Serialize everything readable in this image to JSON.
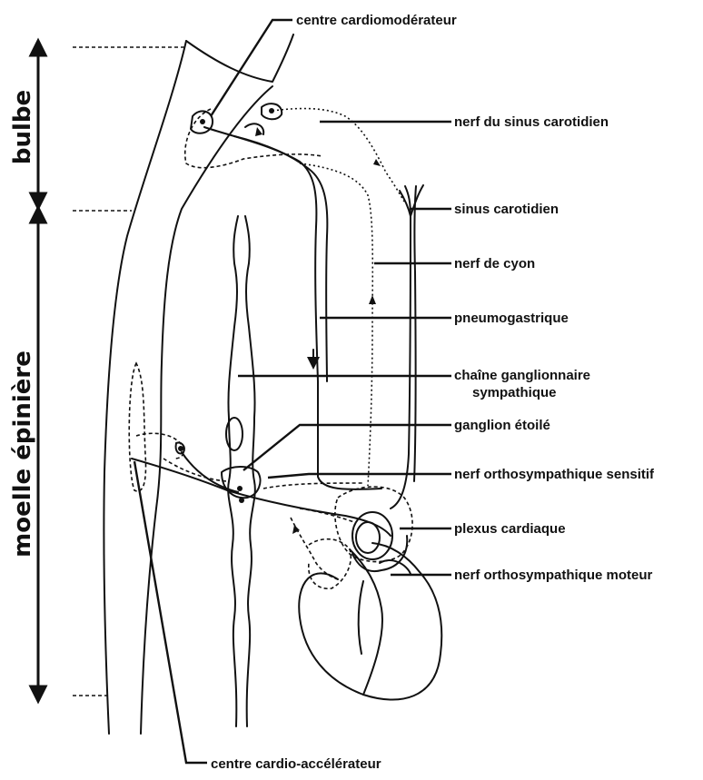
{
  "regions": {
    "bulbe": "bulbe",
    "moelle": "moelle épinière"
  },
  "labels": {
    "centre_cardiomoderateur": "centre cardiomodérateur",
    "nerf_sinus_carotidien": "nerf du sinus carotidien",
    "sinus_carotidien": "sinus carotidien",
    "nerf_de_cyon": "nerf de cyon",
    "pneumogastrique": "pneumogastrique",
    "chaine_ganglionnaire_1": "chaîne ganglionnaire",
    "chaine_ganglionnaire_2": "sympathique",
    "ganglion_etoile": "ganglion étoilé",
    "nerf_ortho_sensitif": "nerf orthosympathique sensitif",
    "plexus_cardiaque": "plexus cardiaque",
    "nerf_ortho_moteur": "nerf orthosympathique moteur",
    "centre_cardio_accelerateur": "centre cardio-accélérateur"
  }
}
